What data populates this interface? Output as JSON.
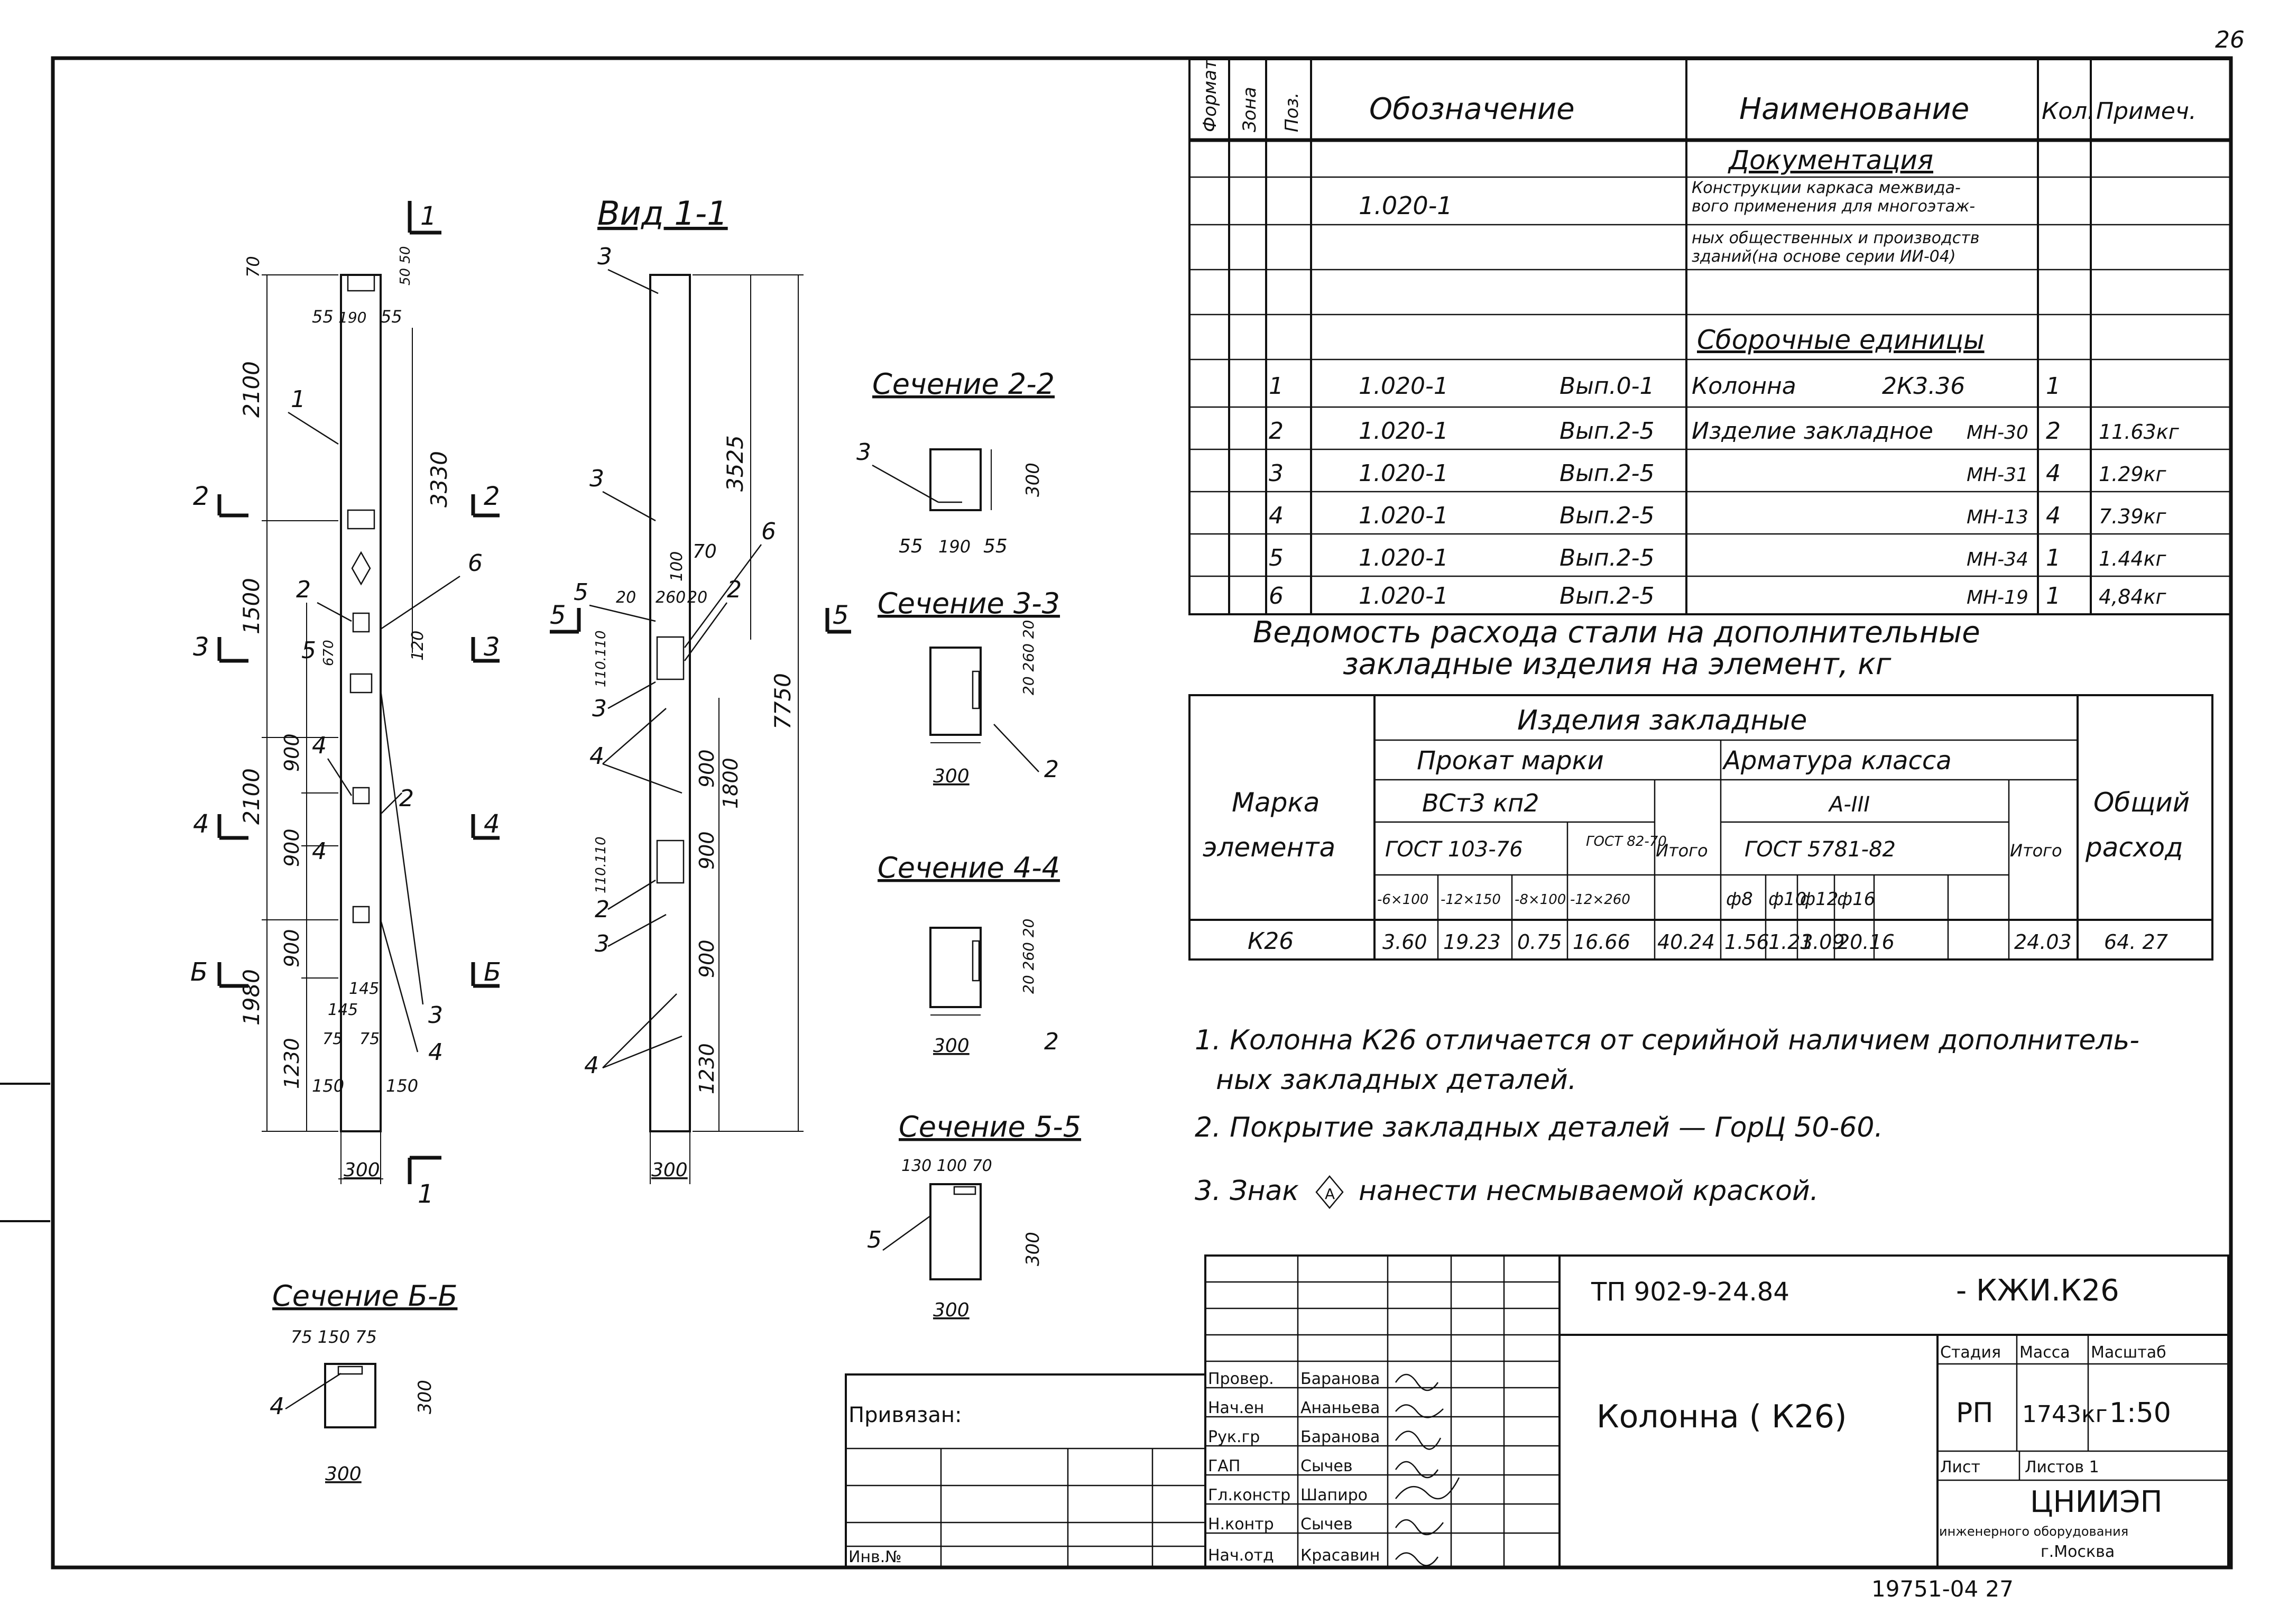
{
  "corner_number": "26",
  "spec_table": {
    "headers": {
      "format": "Формат",
      "zone": "Зона",
      "pos": "Поз.",
      "designation": "Обозначение",
      "name": "Наименование",
      "qty": "Кол.",
      "note": "Примеч."
    },
    "section_documentation": "Документация",
    "doc_designation": "1.020-1",
    "doc_name_lines": [
      "Конструкции каркаса межвида-",
      "вого применения для многоэтаж-",
      "ных общественных и производств",
      "зданий(на основе серии ИИ-04)"
    ],
    "section_assembly": "Сборочные единицы",
    "rows": [
      {
        "pos": "1",
        "designation": "1.020-1",
        "issue": "Вып.0-1",
        "name": "Колонна",
        "mark": "2К3.36",
        "qty": "1",
        "note": ""
      },
      {
        "pos": "2",
        "designation": "1.020-1",
        "issue": "Вып.2-5",
        "name": "Изделие закладное",
        "mark": "МН-30",
        "qty": "2",
        "note": "11.63кг"
      },
      {
        "pos": "3",
        "designation": "1.020-1",
        "issue": "Вып.2-5",
        "name": "",
        "mark": "МН-31",
        "qty": "4",
        "note": "1.29кг"
      },
      {
        "pos": "4",
        "designation": "1.020-1",
        "issue": "Вып.2-5",
        "name": "",
        "mark": "МН-13",
        "qty": "4",
        "note": "7.39кг"
      },
      {
        "pos": "5",
        "designation": "1.020-1",
        "issue": "Вып.2-5",
        "name": "",
        "mark": "МН-34",
        "qty": "1",
        "note": "1.44кг"
      },
      {
        "pos": "6",
        "designation": "1.020-1",
        "issue": "Вып.2-5",
        "name": "",
        "mark": "МН-19",
        "qty": "1",
        "note": "4,84кг"
      }
    ]
  },
  "steel_title_lines": [
    "Ведомость расхода стали на дополнительные",
    "закладные изделия на элемент, кг"
  ],
  "steel_table": {
    "mark_header": [
      "Марка",
      "элемента"
    ],
    "embedded": "Изделия закладные",
    "rolled": "Прокат марки",
    "rebar": "Арматура класса",
    "steel_grade": "ВСт3 кп2",
    "rebar_class": "А-III",
    "gost1": "ГОСТ 103-76",
    "gost2": "ГОСТ 82-70",
    "gost3": "ГОСТ 5781-82",
    "total": "Итого",
    "overall": [
      "Общий",
      "расход"
    ],
    "sizes": [
      "-6×100",
      "-12×150",
      "-8×100",
      "-12×260"
    ],
    "diam": [
      "ф8",
      "ф10",
      "ф12",
      "ф16"
    ],
    "row": {
      "mark": "К26",
      "v": [
        "3.60",
        "19.23",
        "0.75",
        "16.66",
        "40.24",
        "1.56",
        "1.23",
        "1.09",
        "20.16",
        "",
        "24.03",
        "64. 27"
      ]
    }
  },
  "notes": [
    "1. Колонна К26 отличается от серийной наличием дополнитель-",
    "ных закладных деталей.",
    "2. Покрытие закладных деталей  — ГорЦ 50-60.",
    "3. Знак",
    "нанести несмываемой краской."
  ],
  "views": {
    "view11": "Вид 1-1",
    "s22": "Сечение 2-2",
    "s33": "Сечение 3-3",
    "s44": "Сечение 4-4",
    "s55": "Сечение 5-5",
    "s66": "Сечение Б-Б"
  },
  "stamp": {
    "code": "ТП 902-9-24.84",
    "code2": "- КЖИ.К26",
    "title": "Колонна ( К26)",
    "stage_h": "Стадия",
    "mass_h": "Масса",
    "scale_h": "Масштаб",
    "stage": "РП",
    "mass": "1743кг",
    "scale": "1:50",
    "sheet": "Лист",
    "sheets": "Листов 1",
    "org1": "ЦНИИЭП",
    "org2": "инженерного оборудования",
    "org3": "г.Москва",
    "bound": "Привязан:",
    "inv": "Инв.№",
    "roles": [
      [
        "Провер.",
        "Баранова"
      ],
      [
        "Нач.ен",
        "Ананьева"
      ],
      [
        "Рук.гр",
        "Баранова"
      ],
      [
        "ГАП",
        "Сычев"
      ],
      [
        "Гл.констр",
        "Шапиро"
      ],
      [
        "Н.контр",
        "Сычев"
      ],
      [
        "Нач.отд",
        "Красавин"
      ]
    ]
  },
  "bottom_number": "19751-04   27"
}
